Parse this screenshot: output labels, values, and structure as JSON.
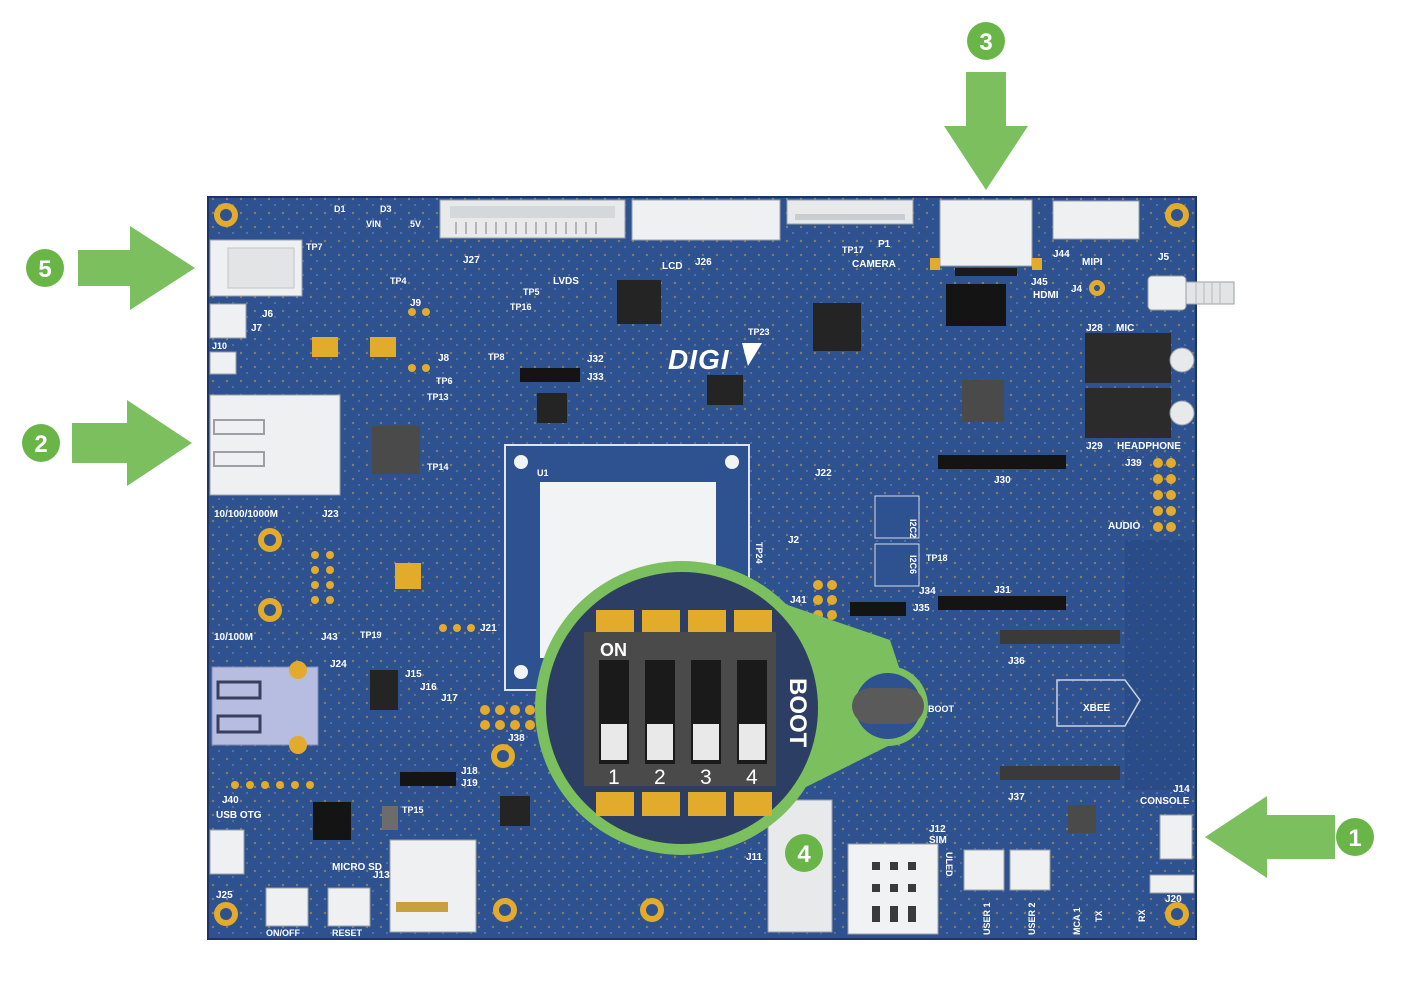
{
  "board": {
    "vendor_logo": "DIGI",
    "connector_labels": [
      "D1",
      "D3",
      "VIN",
      "5V",
      "TP7",
      "J27",
      "LCD",
      "J26",
      "P1",
      "TP17",
      "CAMERA",
      "J45",
      "HDMI",
      "J44",
      "MIPI",
      "J5",
      "J4",
      "J6",
      "J7",
      "TP4",
      "TP5",
      "TP16",
      "LVDS",
      "J10",
      "J9",
      "J8",
      "TP6",
      "TP8",
      "J32",
      "J33",
      "TP13",
      "TP23",
      "J28",
      "MIC",
      "J29",
      "HEADPHONE",
      "J39",
      "AUDIO",
      "J30",
      "10/100/1000M",
      "J23",
      "TP14",
      "U1",
      "J22",
      "I2C2",
      "I2C6",
      "TP18",
      "TP24",
      "J2",
      "J34",
      "J41",
      "J35",
      "J31",
      "J21",
      "10/100M",
      "J43",
      "TP19",
      "J36",
      "J24",
      "J15",
      "J16",
      "J17",
      "J38",
      "BOOT",
      "XBEE",
      "J18",
      "J19",
      "J37",
      "J40",
      "USB OTG",
      "TP15",
      "J14",
      "CONSOLE",
      "J11",
      "J12",
      "SIM",
      "ULED",
      "MICRO SD",
      "J13",
      "J25",
      "ON/OFF",
      "RESET",
      "USER 1",
      "USER 2",
      "MCA 1",
      "TX",
      "RX",
      "J20"
    ]
  },
  "boot_switch": {
    "on_label": "ON",
    "title": "BOOT",
    "switches": [
      "1",
      "2",
      "3",
      "4"
    ]
  },
  "callouts": [
    "1",
    "2",
    "3",
    "4",
    "5"
  ],
  "colors": {
    "pcb": "#2d4f8e",
    "pcb_dark": "#233f75",
    "accent_green": "#7bbf5e",
    "callout_green": "#6ab547",
    "gold_pad": "#e3ab2c",
    "connector_white": "#eef0f2"
  }
}
